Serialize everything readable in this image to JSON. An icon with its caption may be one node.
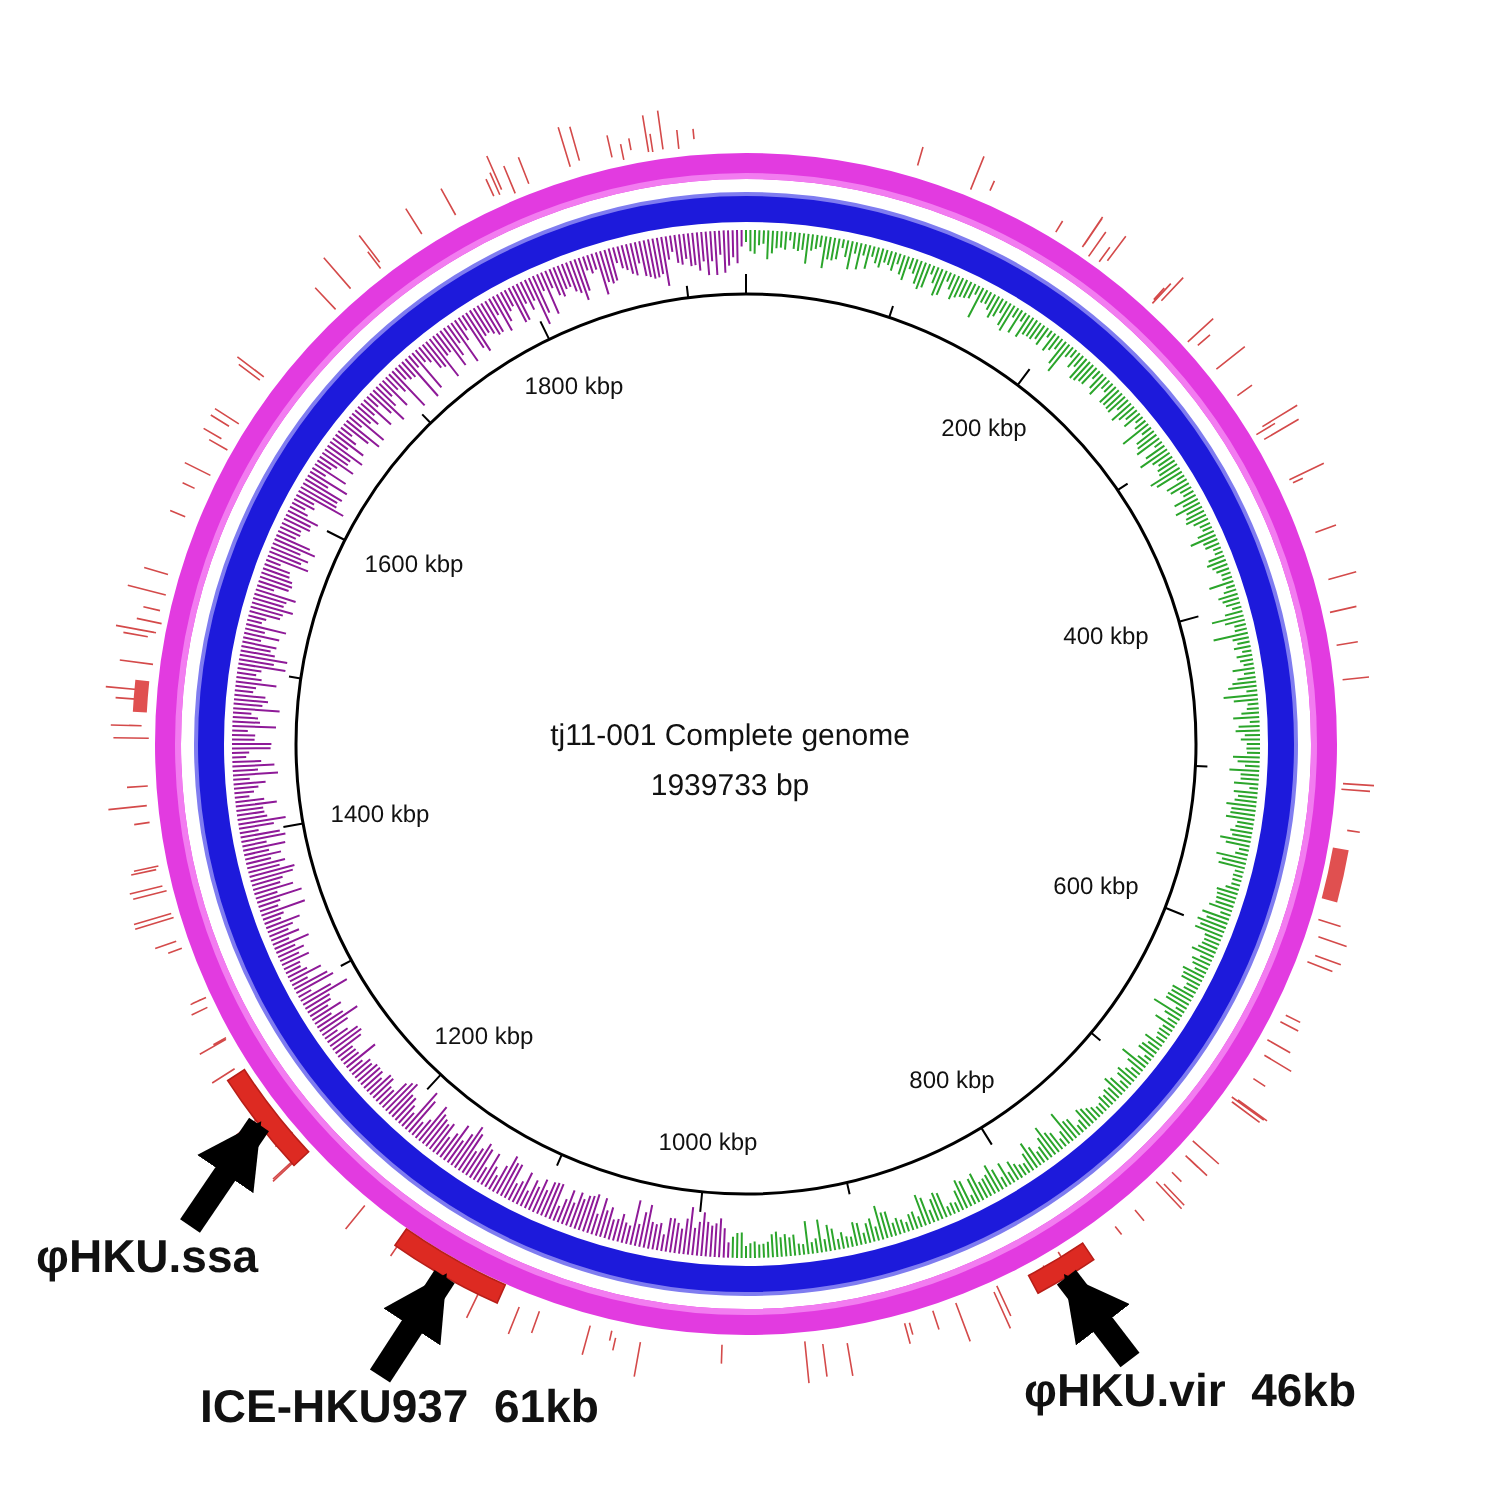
{
  "diagram": {
    "nodes": [
      {
        "text": [
          "φHKU.ssa"
        ]
      },
      {
        "text": [
          "ICE-HKU937  61kb"
        ]
      },
      {
        "text": [
          "φHKU.vir  46kb"
        ]
      },
      {
        "text": [],
        "shape": "bar"
      },
      {
        "text": [],
        "shape": "bar"
      },
      {
        "text": [],
        "shape": "bar"
      }
    ],
    "edges": [
      {
        "from": 0,
        "to": 3,
        "arrow": "to"
      },
      {
        "from": 1,
        "to": 4,
        "arrow": "to"
      },
      {
        "from": 2,
        "to": 5,
        "arrow": "to"
      }
    ],
    "labels": [
      "1800 kbp",
      "200 kbp",
      "1600 kbp",
      "400 kbp",
      "tj11-001 Complete genome",
      "1939733 bp",
      "1400 kbp",
      "600 kbp",
      "1200 kbp",
      "800 kbp",
      "1000 kbp"
    ]
  }
}
